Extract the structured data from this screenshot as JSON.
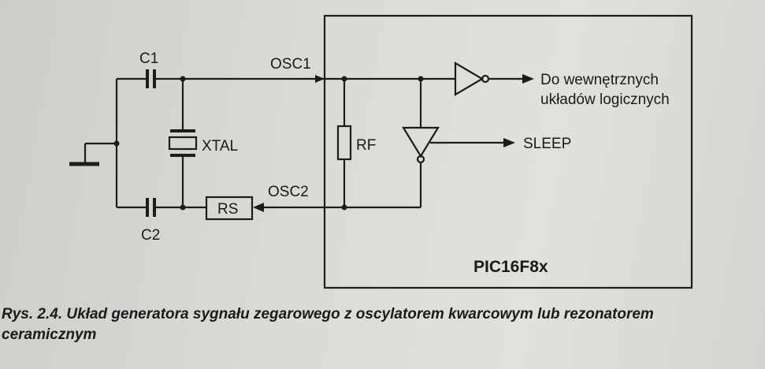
{
  "diagram": {
    "labels": {
      "c1": "C1",
      "c2": "C2",
      "xtal": "XTAL",
      "osc1": "OSC1",
      "osc2": "OSC2",
      "rf": "RF",
      "rs": "RS",
      "out_line1": "Do wewnętrznych",
      "out_line2": "układów logicznych",
      "sleep": "SLEEP",
      "chip": "PIC16F8x"
    }
  },
  "caption": {
    "line1": "Rys. 2.4. Układ generatora sygnału zegarowego z oscylatorem kwarcowym lub rezonatorem",
    "line2": "ceramicznym"
  }
}
